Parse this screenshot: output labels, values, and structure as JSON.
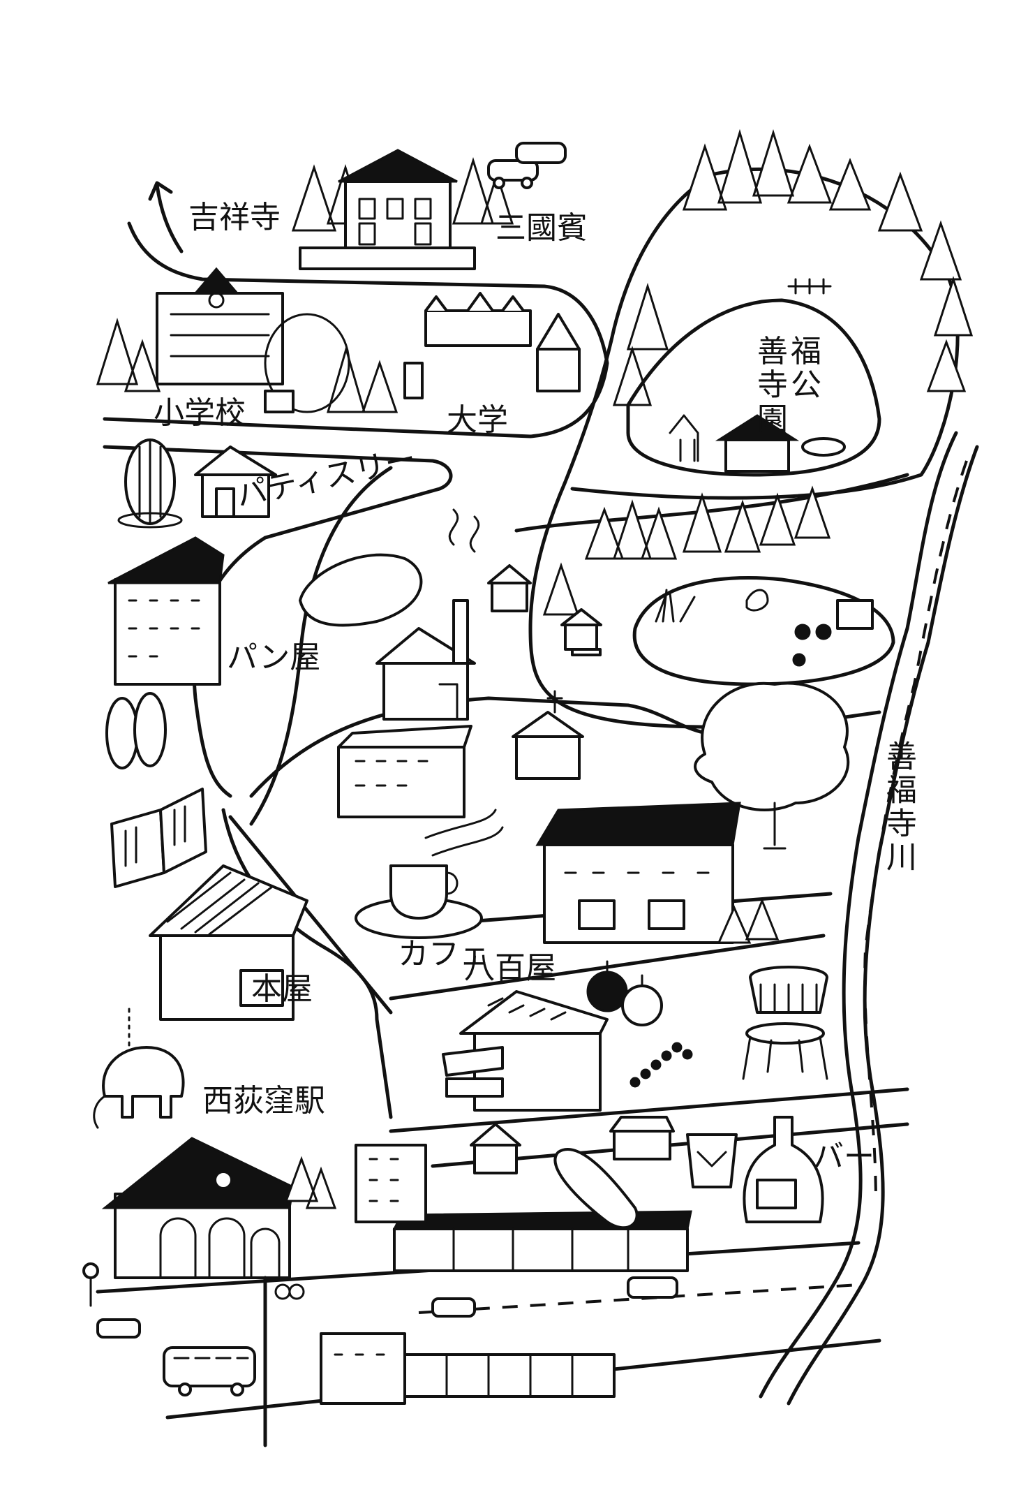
{
  "labels": {
    "kichijoji": "吉祥寺",
    "sangokuhin": "三國賓",
    "elementary_school": "小学校",
    "university": "大学",
    "zenpukuji_park": "善福寺公園",
    "patisserie": "パティスリー",
    "bakery": "パン屋",
    "zenpukuji_river": "善福寺川",
    "cafe": "カフェ",
    "greengrocer": "八百屋",
    "bookstore": "本屋",
    "nishiogikubo_station": "西荻窪駅",
    "bar": "バー"
  },
  "icons": {
    "direction": "arrow-up-left-icon",
    "mansion": "mansion-icon",
    "cars": "car-icon",
    "school": "school-building-icon",
    "university": "university-building-icon",
    "park": "park-hill-icon",
    "pond": "pond-swan-icon",
    "sweets": "pastry-icon",
    "apartment": "apartment-icon",
    "sandals": "sandals-icon",
    "book": "open-book-icon",
    "bookstore": "bookstore-building-icon",
    "elephant": "elephant-icon",
    "station": "station-building-icon",
    "bus": "bus-icon",
    "streetlamp": "street-lamp-icon",
    "bakery": "bakery-building-icon",
    "church": "church-icon",
    "coffee": "coffee-cup-icon",
    "cafe": "cafe-building-icon",
    "tree": "big-tree-icon",
    "shop": "greengrocer-shop-icon",
    "apples": "apples-icon",
    "chair": "chair-icon",
    "grapes": "grapes-icon",
    "bread": "bread-icon",
    "glass": "whisky-glass-icon",
    "bottle": "bottle-icon",
    "shops_row": "shop-row-icon"
  }
}
